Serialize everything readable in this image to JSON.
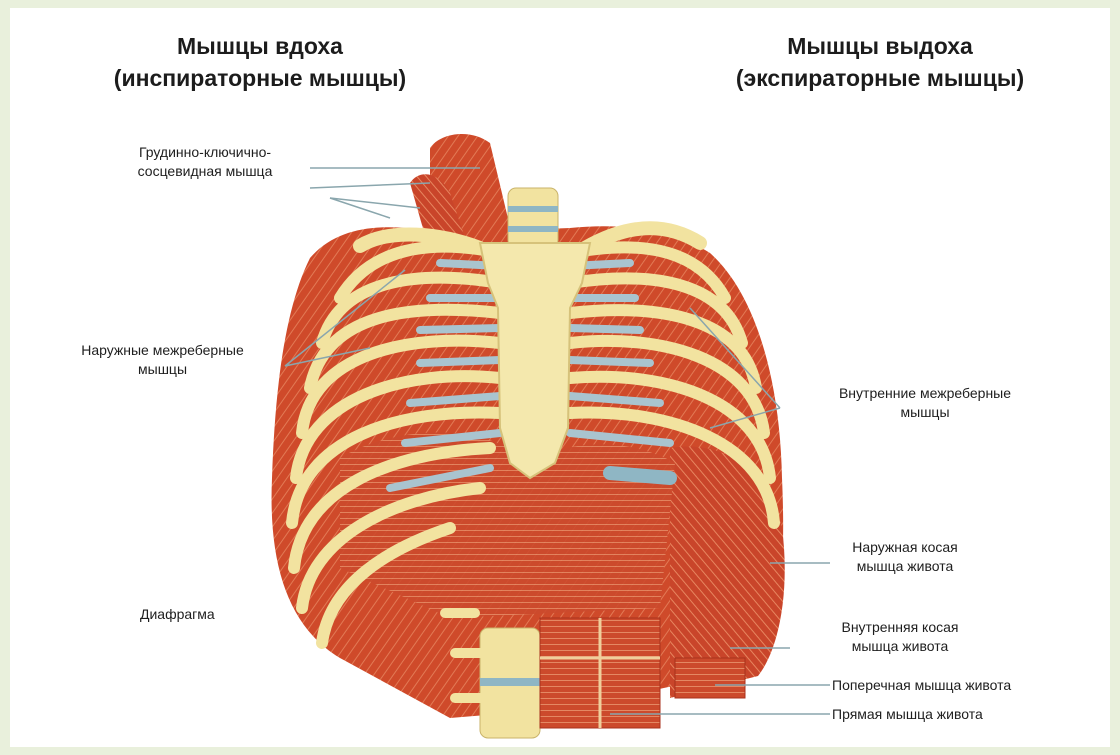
{
  "headings": {
    "left_line1": "Мышцы вдоха",
    "left_line2": "(инспираторные мышцы)",
    "right_line1": "Мышцы выдоха",
    "right_line2": "(экспираторные мышцы)"
  },
  "labels": {
    "scm_line1": "Грудинно-ключично-",
    "scm_line2": "сосцевидная мышца",
    "ext_intercostal_line1": "Наружные межреберные",
    "ext_intercostal_line2": "мышцы",
    "int_intercostal_line1": "Внутренние межреберные",
    "int_intercostal_line2": "мышцы",
    "ext_oblique_line1": "Наружная косая",
    "ext_oblique_line2": "мышца живота",
    "diaphragm": "Диафрагма",
    "int_oblique_line1": "Внутренняя косая",
    "int_oblique_line2": "мышца живота",
    "transverse": "Поперечная мышца живота",
    "rectus": "Прямая мышца живота"
  },
  "colors": {
    "muscle": "#cf4a2a",
    "muscle_dark": "#a8321c",
    "bone": "#f2e3a0",
    "cartilage": "#a9c4cf",
    "leader": "#8aa6ad"
  }
}
